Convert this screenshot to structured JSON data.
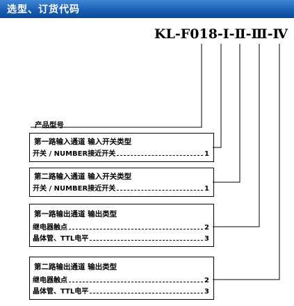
{
  "header": {
    "title": "选型、订货代码"
  },
  "code": {
    "prefix": "KL-F018-",
    "parts": [
      "Ⅰ",
      "-",
      "Ⅱ",
      "-",
      "Ⅲ",
      "-",
      "Ⅳ"
    ]
  },
  "product_label": "产品型号",
  "boxes": [
    {
      "heading": "第一路输入通道   输入开关类型",
      "rows": [
        {
          "label": "开关 / NUMBER接近开关",
          "code": "1"
        }
      ]
    },
    {
      "heading": "第二路输入通道   输入开关类型",
      "rows": [
        {
          "label": "开关 / NUMBER接近开关",
          "code": "1"
        }
      ]
    },
    {
      "heading": "第一路输出通道   输出类型",
      "rows": [
        {
          "label": "继电器触点",
          "code": "2"
        },
        {
          "label": "晶体管、TTL电平",
          "code": "3"
        }
      ]
    },
    {
      "heading": "第二路输出通道   输出类型",
      "rows": [
        {
          "label": "继电器触点",
          "code": "2"
        },
        {
          "label": "晶体管、TTL电平",
          "code": "3"
        }
      ]
    }
  ]
}
